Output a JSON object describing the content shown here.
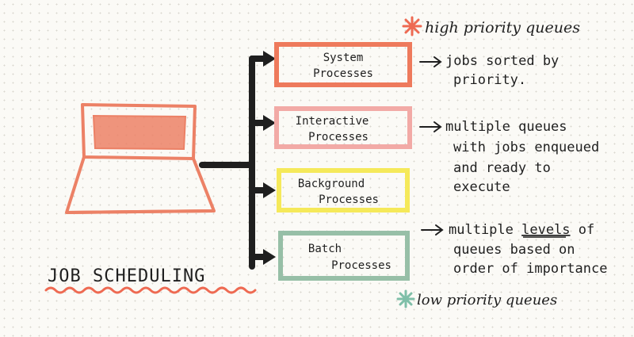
{
  "title": "JOB SCHEDULING",
  "legend": {
    "high": "high priority queues",
    "low": "low priority queues"
  },
  "colors": {
    "system": "#ee7a5c",
    "interactive": "#f2aaa6",
    "background": "#f5e95a",
    "batch": "#97bfa7",
    "high_star": "#ee6a52",
    "low_star": "#7fbfa8",
    "laptop": "#ec8166",
    "ink": "#1f1f1f"
  },
  "boxes": {
    "system": [
      "System",
      "Processes"
    ],
    "interactive": [
      "Interactive",
      "Processes"
    ],
    "background": [
      "Background",
      "Processes"
    ],
    "batch": [
      "Batch",
      "Processes"
    ]
  },
  "notes": {
    "system": [
      "jobs sorted by",
      "priority."
    ],
    "interactive": [
      "multiple queues",
      "with jobs enqueued",
      "and ready to",
      "execute"
    ],
    "batch_prefix": "multiple ",
    "batch_levels": "levels",
    "batch_suffix": " of",
    "batch_rest": [
      "queues based on",
      "order of importance"
    ]
  }
}
